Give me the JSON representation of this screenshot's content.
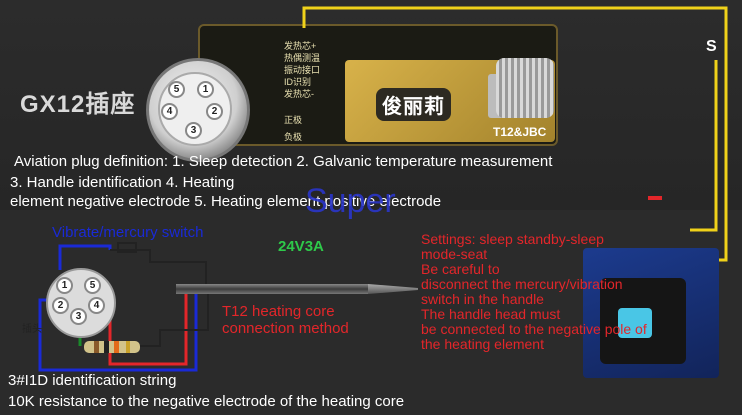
{
  "gx_label": "GX12插座",
  "board": {
    "brand": "俊丽莉",
    "model": "T12&JBC",
    "pin_labels": [
      "发热芯+",
      "热偶测温",
      "振动接口",
      "ID识别",
      "发热芯-"
    ],
    "pad_labels": [
      "正极",
      "负极"
    ]
  },
  "plug_pins": [
    "1",
    "2",
    "3",
    "4",
    "5"
  ],
  "s_label": "S",
  "definition": {
    "line1": "Aviation plug definition: 1. Sleep detection 2. Galvanic temperature measurement",
    "line2": "3. Handle identification 4. Heating",
    "line3": "element negative electrode 5. Heating element positive electrode"
  },
  "watermark": "Super",
  "diagram": {
    "vibrate_label": "Vibrate/mercury switch",
    "voltage_label": "24V3A",
    "plug_label": "插头",
    "plug_pins": [
      "1",
      "5",
      "2",
      "4",
      "3"
    ],
    "t12_line1": "T12 heating core",
    "t12_line2": "connection method"
  },
  "settings_note": {
    "l1": "Settings: sleep standby-sleep",
    "l2": "mode-seat",
    "l3": "Be careful to",
    "l4": "disconnect the mercury/vibration",
    "l5": "switch in the handle",
    "l6": "The handle head must",
    "l7": "be connected to the negative pole of",
    "l8": "the heating element"
  },
  "footer": {
    "line1": "3#I1D identification string",
    "line2": "10K resistance to the negative electrode of the heating core"
  },
  "colors": {
    "yellow_wire": "#f0d21a",
    "blue_wire": "#1a2ad6",
    "red_wire": "#e3262a",
    "green_wire": "#1a8a2a",
    "note_red": "#e3262a"
  }
}
